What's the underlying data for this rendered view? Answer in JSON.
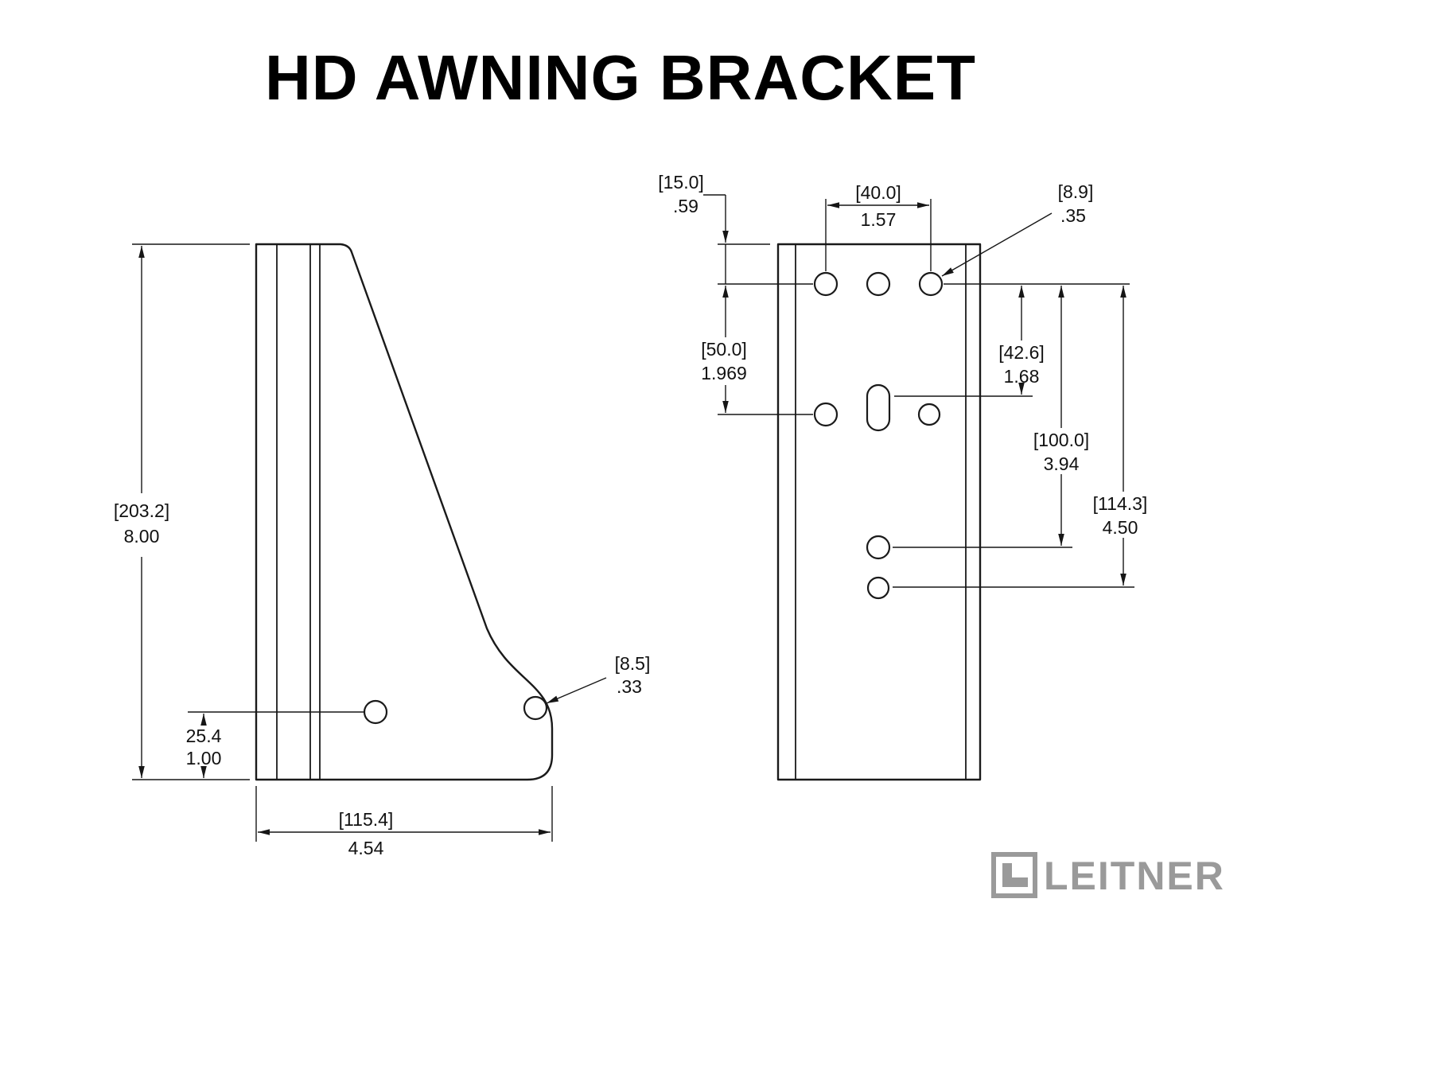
{
  "title": "HD AWNING BRACKET",
  "side_view": {
    "height": {
      "metric": "[203.2]",
      "inch": "8.00"
    },
    "hole_offset": {
      "metric": "25.4",
      "inch": "1.00"
    },
    "width": {
      "metric": "[115.4]",
      "inch": "4.54"
    },
    "hole_diameter": {
      "metric": "[8.5]",
      "inch": ".33"
    }
  },
  "front_view": {
    "top_offset": {
      "metric": "[15.0]",
      "inch": ".59"
    },
    "hole_spacing": {
      "metric": "[40.0]",
      "inch": "1.57"
    },
    "hole_diameter": {
      "metric": "[8.9]",
      "inch": ".35"
    },
    "row_spacing": {
      "metric": "[50.0]",
      "inch": "1.969"
    },
    "slot_offset": {
      "metric": "[42.6]",
      "inch": "1.68"
    },
    "third_hole_offset": {
      "metric": "[100.0]",
      "inch": "3.94"
    },
    "fourth_hole_offset": {
      "metric": "[114.3]",
      "inch": "4.50"
    }
  },
  "logo": {
    "brand": "LEITNER"
  },
  "colors": {
    "line": "#1a1a1a",
    "dimension_text": "#111111",
    "logo_gray": "#9a9a9a",
    "background": "#ffffff"
  }
}
